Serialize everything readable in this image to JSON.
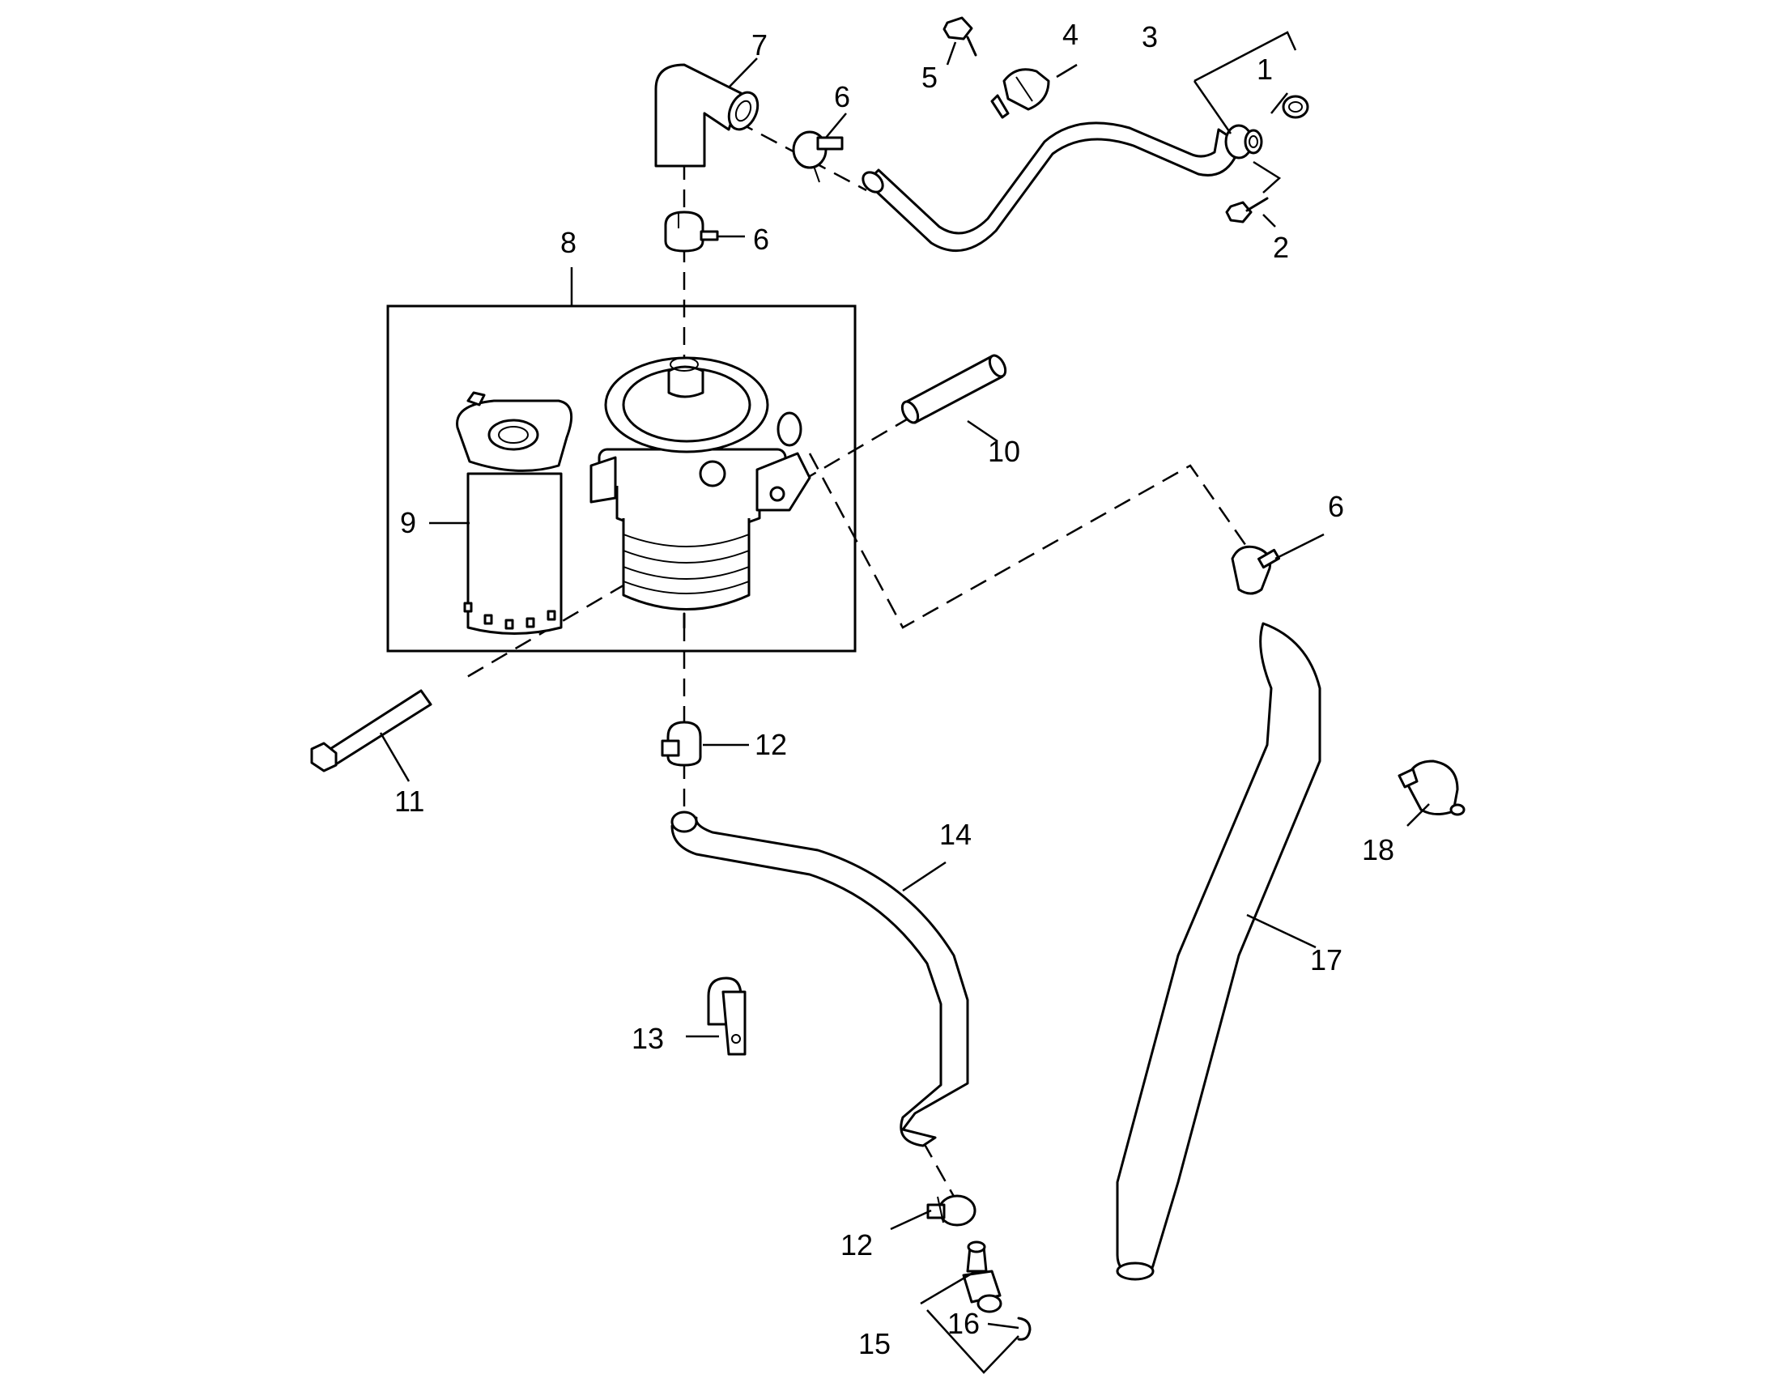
{
  "callouts": {
    "c1": "1",
    "c2": "2",
    "c3": "3",
    "c4": "4",
    "c5": "5",
    "c6a": "6",
    "c6b": "6",
    "c6c": "6",
    "c7": "7",
    "c8": "8",
    "c9": "9",
    "c10": "10",
    "c11": "11",
    "c12a": "12",
    "c12b": "12",
    "c13": "13",
    "c14": "14",
    "c15": "15",
    "c16": "16",
    "c17": "17",
    "c18": "18"
  },
  "parts": [
    {
      "callout": "1",
      "icon": "o-ring-icon"
    },
    {
      "callout": "2",
      "icon": "bolt-icon"
    },
    {
      "callout": "3",
      "icon": "hose-icon"
    },
    {
      "callout": "4",
      "icon": "connector-icon"
    },
    {
      "callout": "5",
      "icon": "bolt-icon"
    },
    {
      "callout": "6",
      "icon": "hose-clamp-icon"
    },
    {
      "callout": "7",
      "icon": "elbow-hose-icon"
    },
    {
      "callout": "8",
      "icon": "oil-separator-assembly-icon"
    },
    {
      "callout": "9",
      "icon": "filter-element-icon"
    },
    {
      "callout": "10",
      "icon": "sleeve-icon"
    },
    {
      "callout": "11",
      "icon": "long-bolt-icon"
    },
    {
      "callout": "12",
      "icon": "hose-clamp-icon"
    },
    {
      "callout": "13",
      "icon": "bracket-clip-icon"
    },
    {
      "callout": "14",
      "icon": "hose-icon"
    },
    {
      "callout": "15",
      "icon": "fitting-icon"
    },
    {
      "callout": "16",
      "icon": "o-ring-icon"
    },
    {
      "callout": "17",
      "icon": "hose-icon"
    },
    {
      "callout": "18",
      "icon": "hose-clamp-icon"
    }
  ]
}
